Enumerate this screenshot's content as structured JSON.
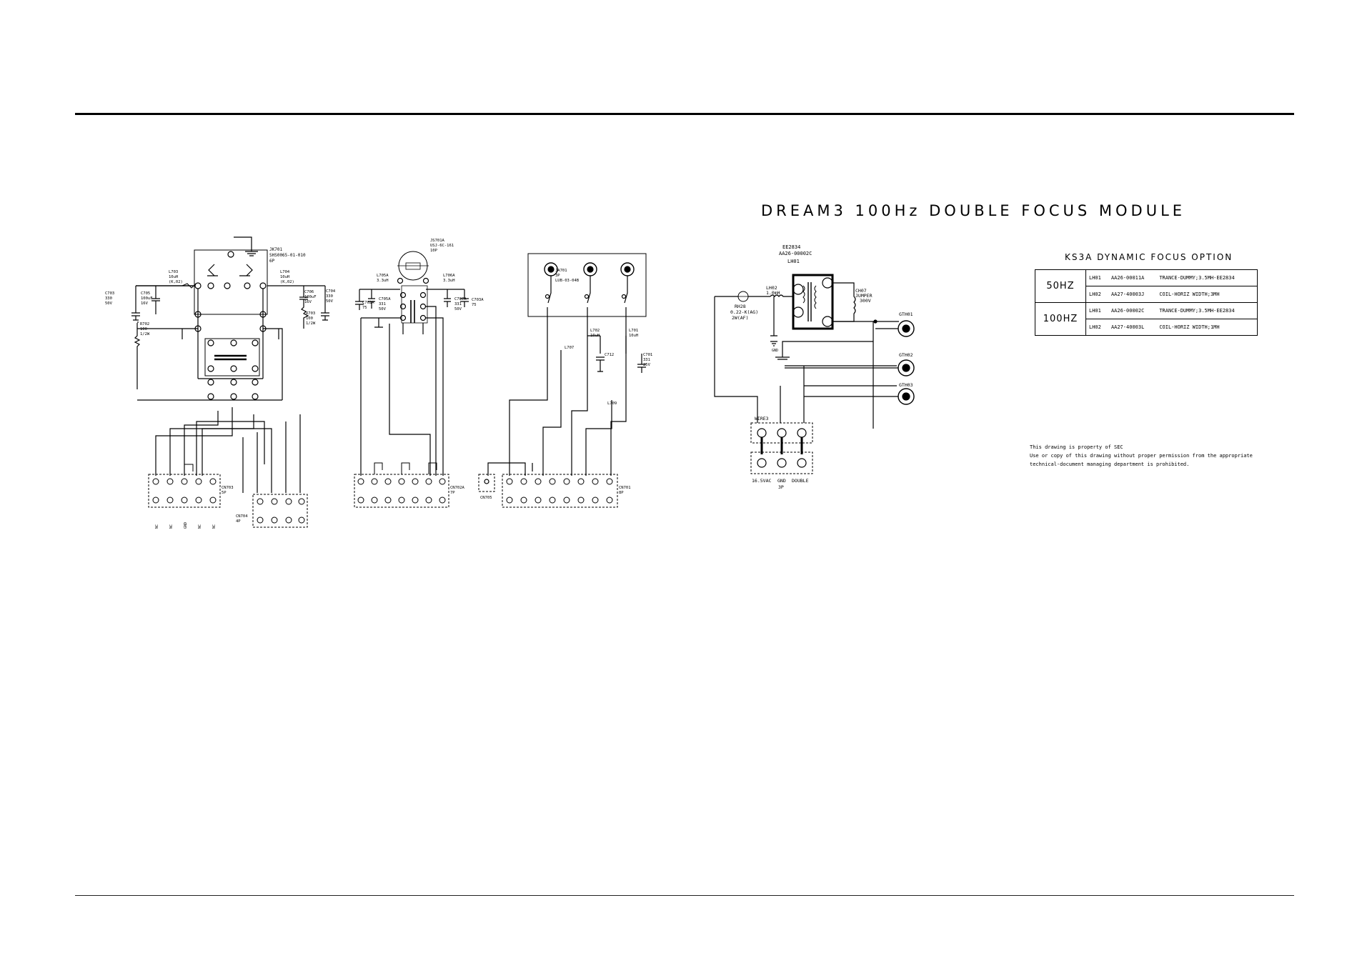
{
  "title": "DREAM3 100Hz DOUBLE FOCUS MODULE",
  "option_table": {
    "title": "KS3A DYNAMIC FOCUS OPTION",
    "rows": [
      {
        "freq": "50HZ",
        "ref": "LH01",
        "part": "AA26-00011A",
        "desc": "TRANCE-DUMMY;3.5MH-EE2834"
      },
      {
        "freq": "",
        "ref": "LH02",
        "part": "AA27-40003J",
        "desc": "COIL-HORIZ WIDTH;3MH"
      },
      {
        "freq": "100HZ",
        "ref": "LH01",
        "part": "AA26-00002C",
        "desc": "TRANCE-DUMMY;3.5MH-EE2834"
      },
      {
        "freq": "",
        "ref": "LH02",
        "part": "AA27-40003L",
        "desc": "COIL-HORIZ WIDTH;1MH"
      }
    ]
  },
  "notice": [
    "This drawing is property of SEC",
    "Use or copy of this drawing without proper permission from the appropriate",
    "technical-document managing department is prohibited."
  ],
  "labels": {
    "jk701": "JK701",
    "jk701_part": "SHS0065-01-010",
    "jk701_pins": "6P",
    "l703": "L703",
    "l703_val": "10uH",
    "l703_tol": "(K,02)",
    "l704": "L704",
    "l704_val": "10uH",
    "l704_tol": "(K,02)",
    "c703": "C703",
    "c703_val": "330",
    "c703_v": "50V",
    "c705": "C705",
    "c705_val": "100uF",
    "c705_v": "16V",
    "c704": "C704",
    "c704_val": "330",
    "c704_v": "50V",
    "c706": "C706",
    "c706_val": "100uF",
    "c706_v": "16V",
    "r702": "R702",
    "r702_val": "100",
    "r702_w": "1/2W",
    "r703": "R703",
    "r703_val": "100",
    "r703_w": "1/2W",
    "cn703": "CN703",
    "cn703_pins": "5P",
    "cn704": "CN704",
    "cn704_pins": "4P",
    "js701a": "JS701A",
    "js701a_part": "USJ-6C-161",
    "js701a_pins": "10P",
    "l705a": "L705A",
    "l705a_val": "3.3uH",
    "l706a": "L706A",
    "l706a_val": "3.3uH",
    "c702a": "C702A",
    "c702a_val": "75",
    "c703a": "C703A",
    "c703a_val": "75",
    "c705a": "C705A",
    "c705a_val": "331",
    "c705a_v": "50V",
    "c707a": "C707A",
    "c707a_val": "331",
    "c707a_v": "50V",
    "cn702a": "CN702A",
    "cn702a_pins": "7P",
    "ja701": "JA701",
    "ja701_pins": "3P",
    "ja701_part": "LUB-03-04B",
    "l702": "L702",
    "l702_val": "10uH",
    "l707": "L707",
    "l701": "L701",
    "l701_val": "10uH",
    "c712": "C712",
    "c701": "C701",
    "c701_val": "331",
    "c701_v": "25V",
    "l709": "L709",
    "cn701": "CN701",
    "cn701_pins": "8P",
    "cn705": "CN705",
    "ee2834": "EE2834",
    "lh01_part": "AA26-00002C",
    "lh01": "LH01",
    "lh02": "LH02",
    "lh02_val": "1.0mH",
    "rh28": "RH28",
    "rh28_val": "0.22-K(AG)",
    "rh28_w": "2W(AF)",
    "ch07": "CH07",
    "ch07_type": "JUMPER",
    "ch07_v": "300V",
    "gtho1": "GTH01",
    "gtho2": "GTH02",
    "gtho3": "GTH03",
    "wire3": "WIRE3",
    "out_16v": "16.5VAC",
    "out_gnd": "GND",
    "out_double": "DOUBLE",
    "out_pins": "3P",
    "gnd_label": "GND"
  }
}
